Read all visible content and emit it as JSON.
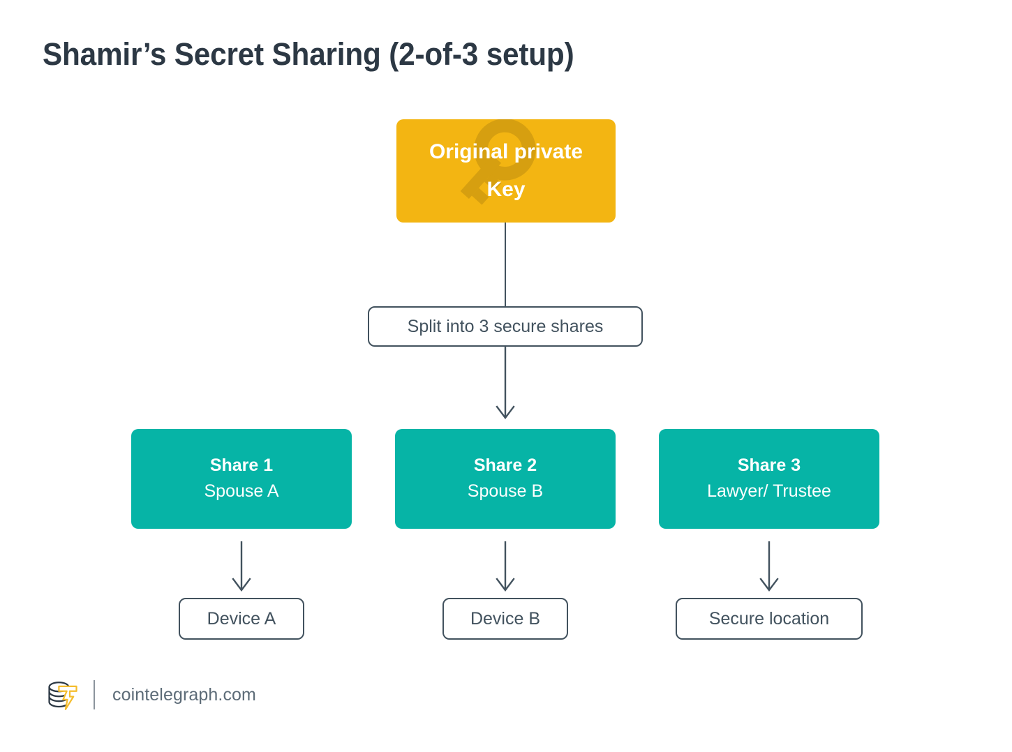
{
  "page": {
    "title": "Shamir’s Secret Sharing (2-of-3 setup)",
    "background_color": "#ffffff"
  },
  "colors": {
    "accent_yellow": "#f3b512",
    "key_watermark": "#d69f10",
    "accent_teal": "#06b4a6",
    "slate": "#42525e",
    "title_text": "#2c3844",
    "footer_text": "#5c6b77",
    "logo_gold": "#f5bd2e",
    "logo_dark": "#2c3844"
  },
  "diagram": {
    "root": {
      "label_line1": "Original private",
      "label_line2": "Key",
      "icon": "key-icon",
      "fill": "#f3b512",
      "text_color": "#ffffff"
    },
    "split_label": {
      "text": "Split into 3 secure shares"
    },
    "shares": [
      {
        "title": "Share 1",
        "subtitle": "Spouse A",
        "destination": "Device A"
      },
      {
        "title": "Share 2",
        "subtitle": "Spouse B",
        "destination": "Device B"
      },
      {
        "title": "Share 3",
        "subtitle": "Lawyer/ Trustee",
        "destination": "Secure location"
      }
    ]
  },
  "footer": {
    "brand": "cointelegraph.com",
    "logo_icon": "cointelegraph-coins-logo"
  }
}
